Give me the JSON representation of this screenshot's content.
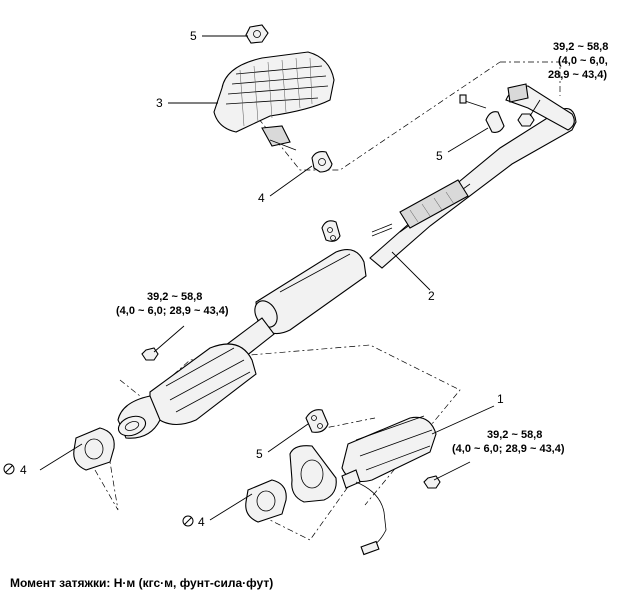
{
  "callouts": {
    "p1": "1",
    "p2": "2",
    "p3": "3",
    "p4_upper": "4",
    "p4_lower_left": "4",
    "p4_lower_mid": "4",
    "p5_top": "5",
    "p5_right": "5",
    "p5_lower": "5"
  },
  "torque_specs": {
    "top_right": {
      "line1": "39,2 ~ 58,8",
      "line2": "(4,0 ~ 6,0,",
      "line3": "28,9 ~ 43,4)"
    },
    "middle_left": {
      "line1": "39,2 ~ 58,8",
      "line2": "(4,0 ~ 6,0; 28,9 ~ 43,4)"
    },
    "lower_right": {
      "line1": "39,2 ~ 58,8",
      "line2": "(4,0 ~ 6,0; 28,9 ~ 43,4)"
    }
  },
  "footer": {
    "text": "Момент затяжки: Н·м (кгс·м, фунт-сила·фут)"
  },
  "icons": {
    "no_reuse": "prohibited-circle-icon"
  }
}
